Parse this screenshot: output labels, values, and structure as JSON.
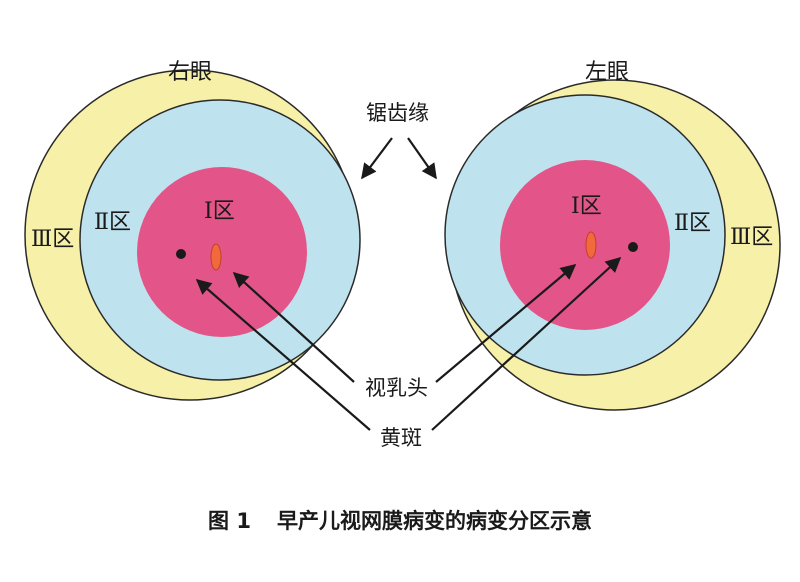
{
  "colors": {
    "zone3": "#f7f0a8",
    "zone2": "#bfe3ee",
    "zone1": "#e35588",
    "outline": "#2a2a2a",
    "optic_disc": "#f26a3c",
    "macula": "#1a1a1a",
    "arrow": "#1a1a1a"
  },
  "right_eye": {
    "title": "右眼",
    "zone1_label": "Ⅰ区",
    "zone2_label": "Ⅱ区",
    "zone3_label": "Ⅲ区"
  },
  "left_eye": {
    "title": "左眼",
    "zone1_label": "Ⅰ区",
    "zone2_label": "Ⅱ区",
    "zone3_label": "Ⅲ区"
  },
  "callouts": {
    "ora_serrata": "锯齿缘",
    "optic_disc": "视乳头",
    "macula": "黄斑"
  },
  "caption": {
    "figure_number": "图 1",
    "text": "早产儿视网膜病变的病变分区示意"
  }
}
